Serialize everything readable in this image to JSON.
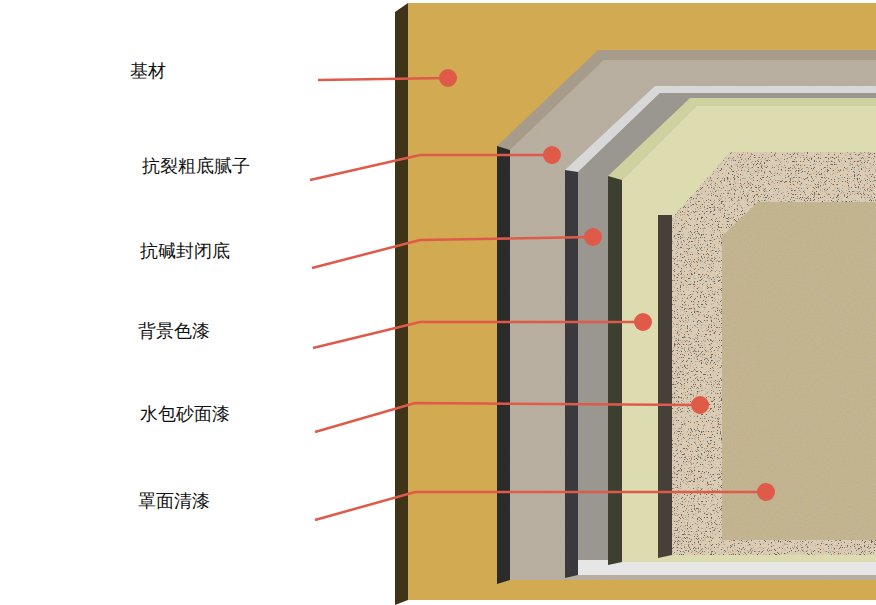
{
  "diagram": {
    "labels": [
      "基材",
      "抗裂粗底腻子",
      "抗碱封闭底",
      "背景色漆",
      "水包砂面漆",
      "罩面清漆"
    ]
  }
}
